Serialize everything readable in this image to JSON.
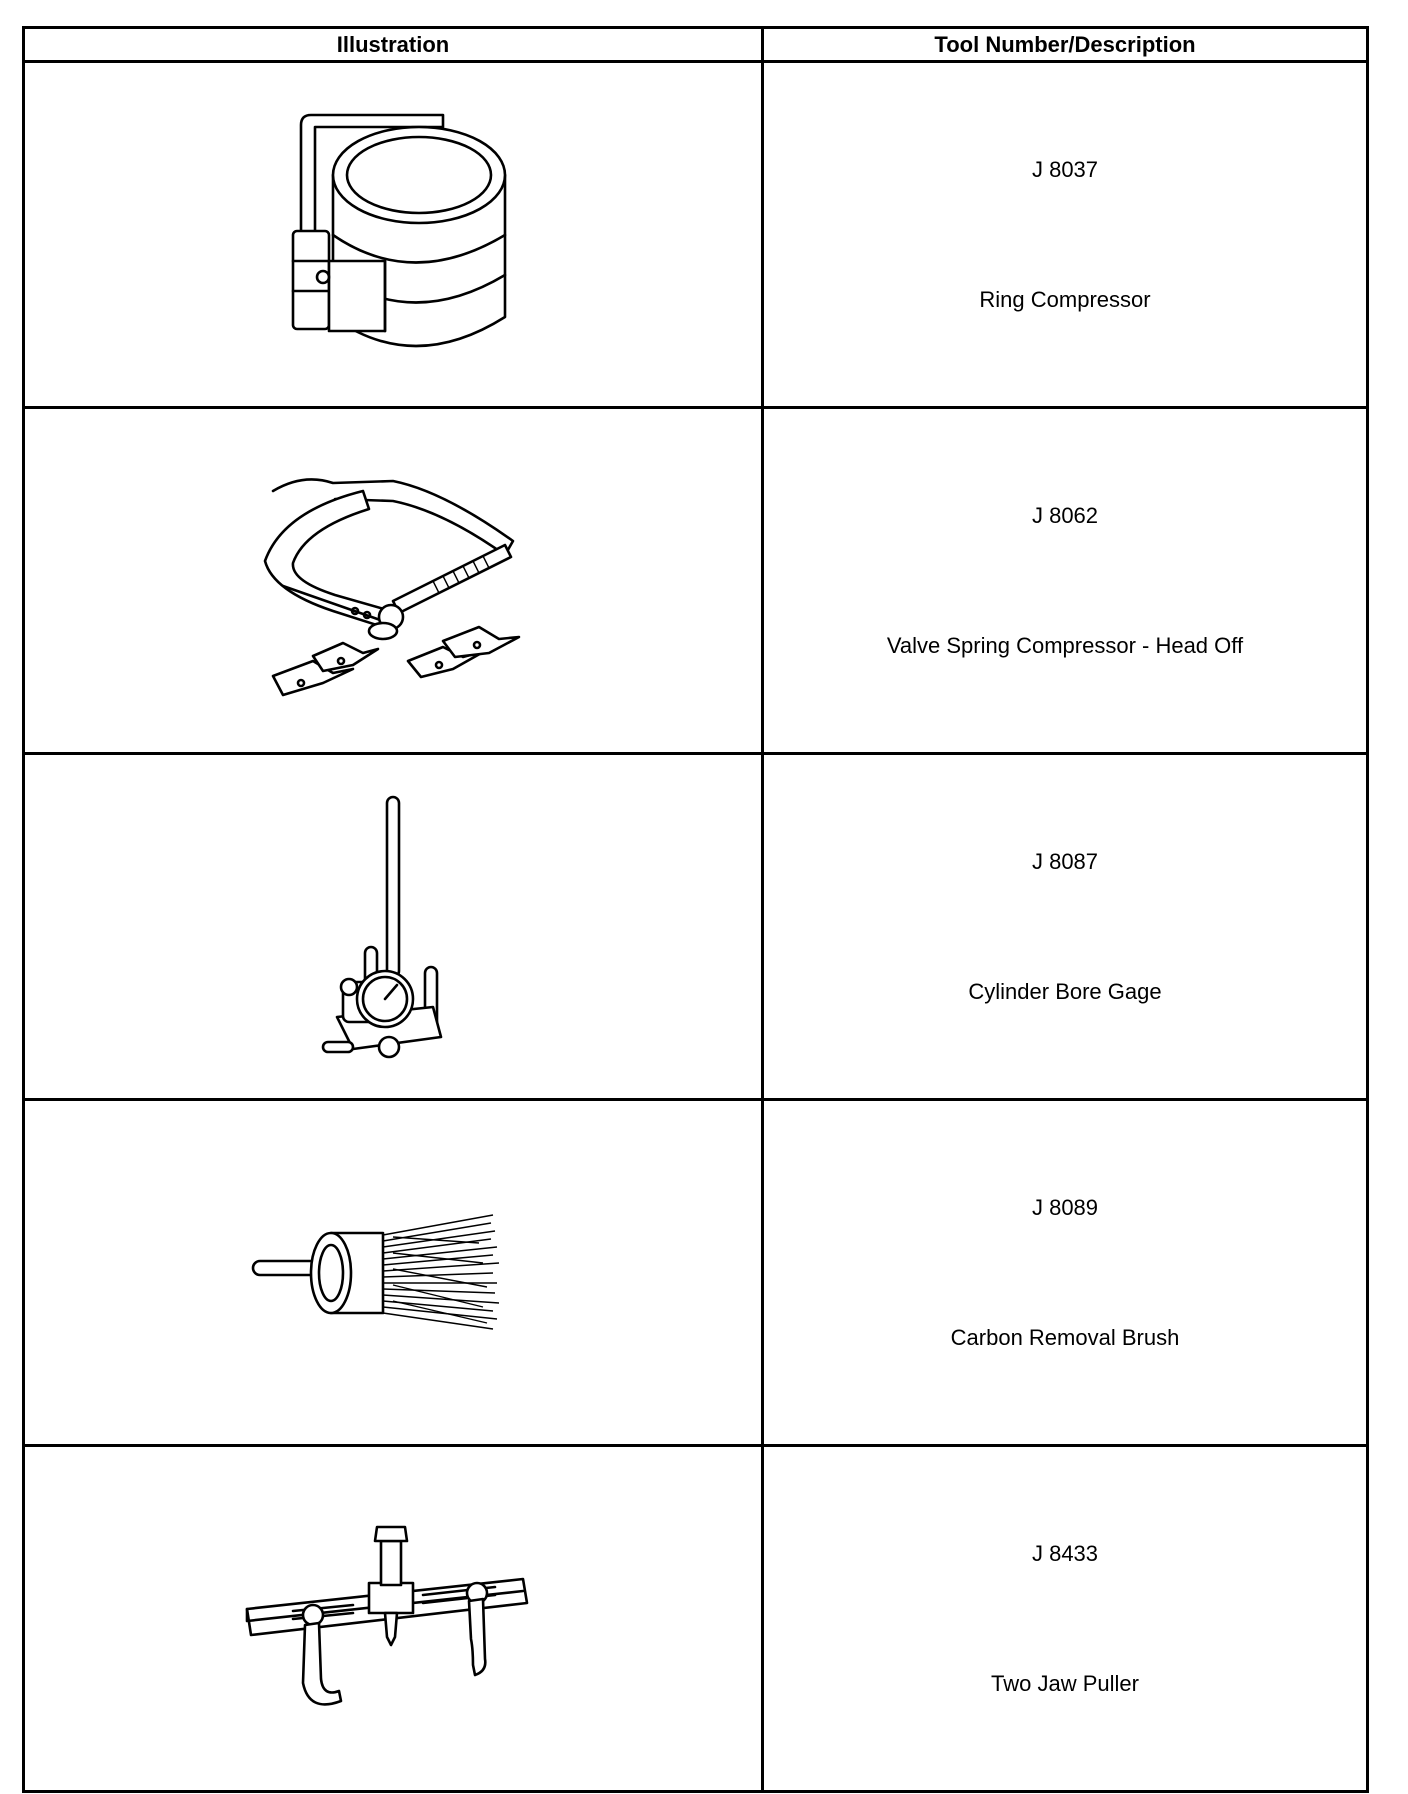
{
  "table": {
    "headers": [
      "Illustration",
      "Tool Number/Description"
    ],
    "rows": [
      {
        "number": "J 8037",
        "description": "Ring Compressor",
        "icon": "ring-compressor-icon"
      },
      {
        "number": "J 8062",
        "description": "Valve Spring Compressor - Head Off",
        "icon": "valve-spring-compressor-icon"
      },
      {
        "number": "J 8087",
        "description": "Cylinder Bore Gage",
        "icon": "cylinder-bore-gage-icon"
      },
      {
        "number": "J 8089",
        "description": "Carbon Removal Brush",
        "icon": "carbon-removal-brush-icon"
      },
      {
        "number": "J 8433",
        "description": "Two Jaw Puller",
        "icon": "two-jaw-puller-icon"
      }
    ]
  }
}
